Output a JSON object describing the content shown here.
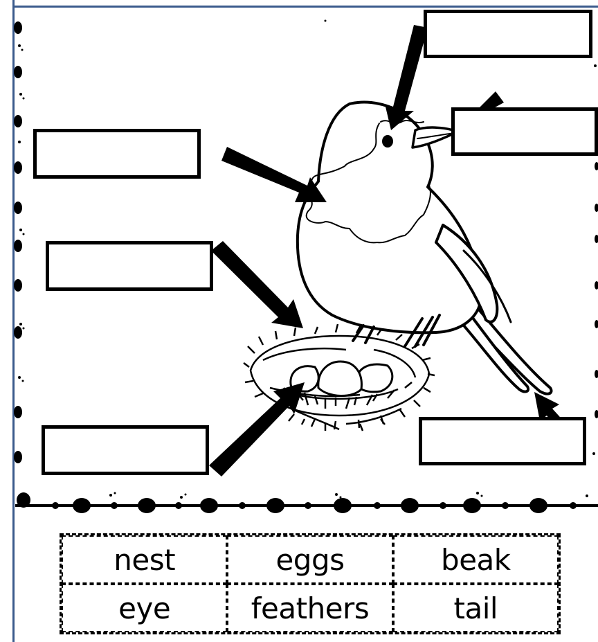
{
  "word_bank": {
    "words": [
      "nest",
      "eggs",
      "beak",
      "eye",
      "feathers",
      "tail"
    ]
  },
  "label_boxes": {
    "eye_box": "",
    "beak_box": "",
    "feathers_box": "",
    "nest_box": "",
    "eggs_box": "",
    "tail_box": ""
  },
  "colors": {
    "ink": "#000000",
    "paper": "#ffffff",
    "frame": "#3a5a8c"
  },
  "icons": [
    "bird-illustration",
    "nest-illustration",
    "egg-icon",
    "arrow-icon",
    "dot-border"
  ]
}
